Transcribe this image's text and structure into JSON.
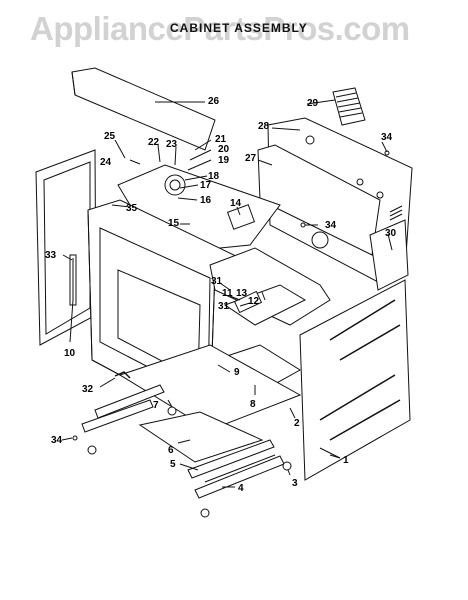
{
  "watermark": "AppliancePartsPros.com",
  "title": "CABINET ASSEMBLY",
  "callouts": [
    {
      "id": "c1",
      "label": "1"
    },
    {
      "id": "c2",
      "label": "2"
    },
    {
      "id": "c3",
      "label": "3"
    },
    {
      "id": "c4",
      "label": "4"
    },
    {
      "id": "c5",
      "label": "5"
    },
    {
      "id": "c6",
      "label": "6"
    },
    {
      "id": "c7",
      "label": "7"
    },
    {
      "id": "c8",
      "label": "8"
    },
    {
      "id": "c9",
      "label": "9"
    },
    {
      "id": "c10",
      "label": "10"
    },
    {
      "id": "c11",
      "label": "11"
    },
    {
      "id": "c12",
      "label": "12"
    },
    {
      "id": "c13",
      "label": "13"
    },
    {
      "id": "c14",
      "label": "14"
    },
    {
      "id": "c15",
      "label": "15"
    },
    {
      "id": "c16",
      "label": "16"
    },
    {
      "id": "c17",
      "label": "17"
    },
    {
      "id": "c18",
      "label": "18"
    },
    {
      "id": "c19",
      "label": "19"
    },
    {
      "id": "c20",
      "label": "20"
    },
    {
      "id": "c21",
      "label": "21"
    },
    {
      "id": "c22",
      "label": "22"
    },
    {
      "id": "c23",
      "label": "23"
    },
    {
      "id": "c24",
      "label": "24"
    },
    {
      "id": "c25",
      "label": "25"
    },
    {
      "id": "c26",
      "label": "26"
    },
    {
      "id": "c27",
      "label": "27"
    },
    {
      "id": "c28",
      "label": "28"
    },
    {
      "id": "c29",
      "label": "29"
    },
    {
      "id": "c30",
      "label": "30"
    },
    {
      "id": "c31a",
      "label": "31"
    },
    {
      "id": "c31b",
      "label": "31"
    },
    {
      "id": "c32",
      "label": "32"
    },
    {
      "id": "c33",
      "label": "33"
    },
    {
      "id": "c34a",
      "label": "34"
    },
    {
      "id": "c34b",
      "label": "34"
    },
    {
      "id": "c34c",
      "label": "34"
    },
    {
      "id": "c35",
      "label": "35"
    }
  ]
}
